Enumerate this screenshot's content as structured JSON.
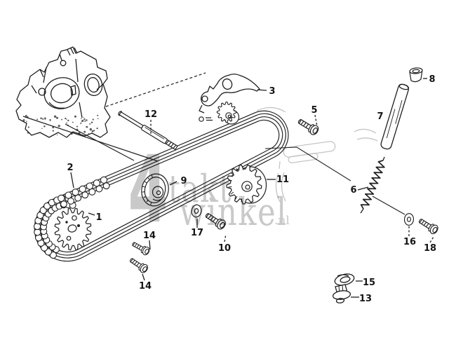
{
  "page": {
    "background_color": "#ffffff"
  },
  "diagram": {
    "type": "exploded-parts-diagram",
    "subject": "cam chain / tensioner assembly line drawing",
    "line_color": "#1f1f1f",
    "phantom_color": "#c5c5c5"
  },
  "watermark": {
    "digit": "4",
    "word1": "takt",
    "word2": "winkel",
    "suffix": ".nl",
    "color": "#a8a8a8"
  },
  "part_labels": [
    "1",
    "2",
    "3",
    "5",
    "6",
    "7",
    "8",
    "9",
    "10",
    "11",
    "12",
    "13",
    "14",
    "14",
    "15",
    "16",
    "17",
    "18"
  ]
}
